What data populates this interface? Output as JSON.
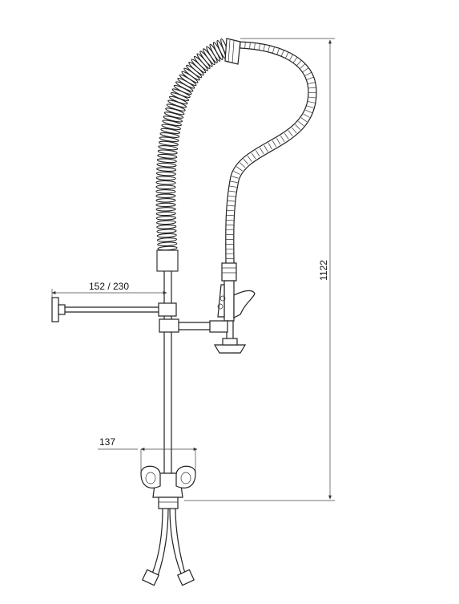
{
  "dimensions": {
    "height_label": "1122",
    "wall_arm_label": "152 / 230",
    "spread_label": "137"
  }
}
